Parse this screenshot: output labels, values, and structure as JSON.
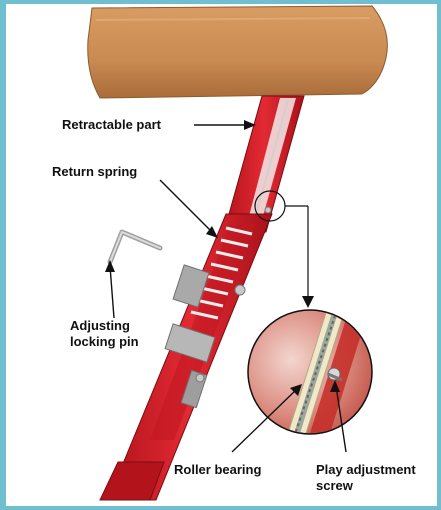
{
  "diagram": {
    "labels": {
      "retractable_part": "Retractable part",
      "return_spring": "Return spring",
      "adjusting_locking_pin_line1": "Adjusting",
      "adjusting_locking_pin_line2": "locking pin",
      "roller_bearing": "Roller bearing",
      "play_adjustment_screw_line1": "Play adjustment",
      "play_adjustment_screw_line2": "screw"
    },
    "colors": {
      "border": "#6fbfd0",
      "background": "#ffffff",
      "beam": "#c98a52",
      "leg_red": "#d8202a",
      "leg_dark": "#9c1017",
      "metal": "#b8b8b8",
      "spring": "#e4e4e4"
    }
  }
}
